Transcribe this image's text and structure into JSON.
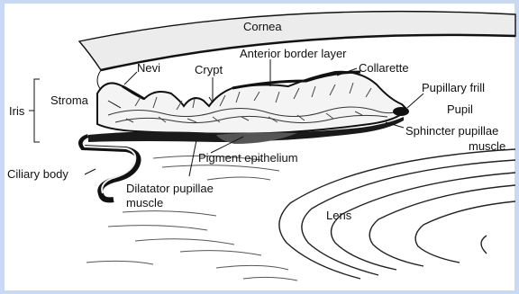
{
  "labels": {
    "cornea": "Cornea",
    "nevi": "Nevi",
    "crypt": "Crypt",
    "anterior_border_layer": "Anterior border layer",
    "collarette": "Collarette",
    "iris": "Iris",
    "stroma": "Stroma",
    "pupillary_frill": "Pupillary frill",
    "pupil": "Pupil",
    "sphincter_line1": "Sphincter pupillae",
    "sphincter_line2": "muscle",
    "pigment_epithelium": "Pigment epithelium",
    "ciliary_body": "Ciliary body",
    "dilatator_line1": "Dilatator pupillae",
    "dilatator_line2": "muscle",
    "lens": "Lens"
  },
  "colors": {
    "background_border": "#c9d9f3",
    "ink": "#111111"
  }
}
